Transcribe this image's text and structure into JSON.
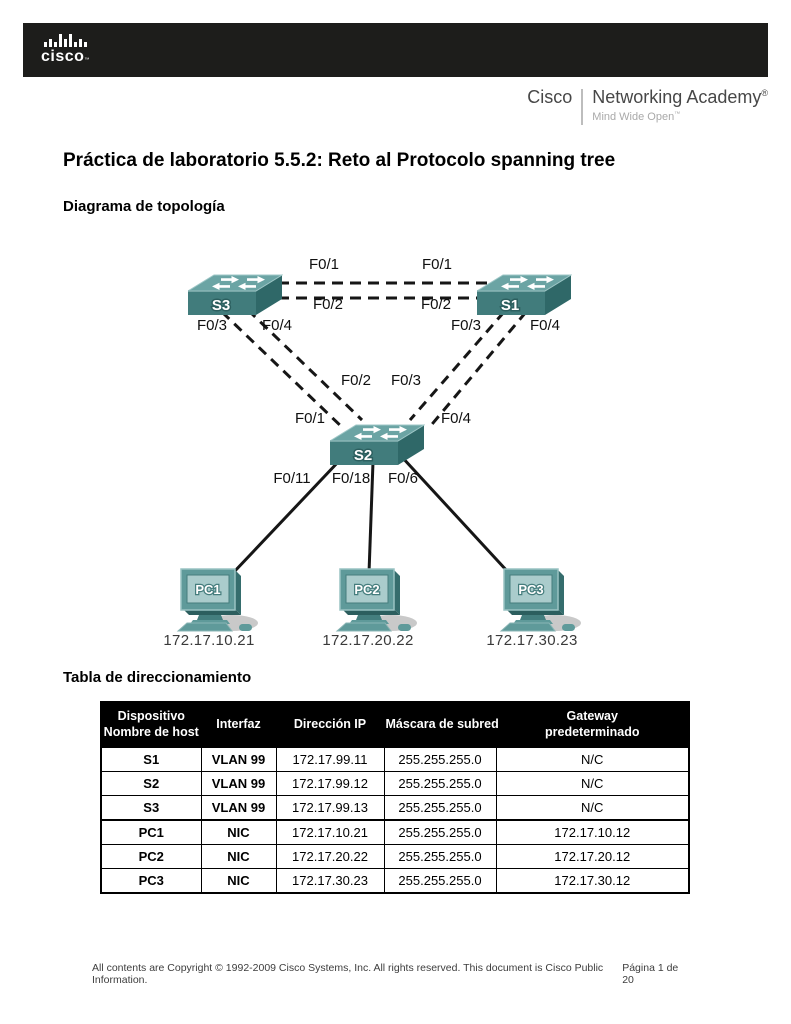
{
  "header": {
    "logo_word": "cisco",
    "logo_tm": "™",
    "academy_cisco": "Cisco",
    "academy_name": "Networking Academy",
    "academy_reg": "®",
    "tagline": "Mind Wide Open",
    "tagline_tm": "™"
  },
  "title": "Práctica de laboratorio 5.5.2: Reto al Protocolo spanning tree",
  "sections": {
    "topology_heading": "Diagrama de topología",
    "table_heading": "Tabla de direccionamiento"
  },
  "topology": {
    "devices": {
      "s3": {
        "label": "S3"
      },
      "s1": {
        "label": "S1"
      },
      "s2": {
        "label": "S2"
      },
      "pc1": {
        "label": "PC1",
        "ip": "172.17.10.21"
      },
      "pc2": {
        "label": "PC2",
        "ip": "172.17.20.22"
      },
      "pc3": {
        "label": "PC3",
        "ip": "172.17.30.23"
      }
    },
    "port_labels": [
      "F0/1",
      "F0/1",
      "F0/2",
      "F0/2",
      "F0/3",
      "F0/4",
      "F0/3",
      "F0/4",
      "F0/2",
      "F0/3",
      "F0/1",
      "F0/4",
      "F0/11",
      "F0/18",
      "F0/6"
    ]
  },
  "table": {
    "headers": [
      [
        "Dispositivo",
        "Nombre de host"
      ],
      [
        "Interfaz"
      ],
      [
        "Dirección IP"
      ],
      [
        "Máscara de subred"
      ],
      [
        "Gateway",
        "predeterminado"
      ]
    ],
    "rows": [
      [
        "S1",
        "VLAN 99",
        "172.17.99.11",
        "255.255.255.0",
        "N/C"
      ],
      [
        "S2",
        "VLAN 99",
        "172.17.99.12",
        "255.255.255.0",
        "N/C"
      ],
      [
        "S3",
        "VLAN 99",
        "172.17.99.13",
        "255.255.255.0",
        "N/C"
      ],
      [
        "PC1",
        "NIC",
        "172.17.10.21",
        "255.255.255.0",
        "172.17.10.12"
      ],
      [
        "PC2",
        "NIC",
        "172.17.20.22",
        "255.255.255.0",
        "172.17.20.12"
      ],
      [
        "PC3",
        "NIC",
        "172.17.30.23",
        "255.255.255.0",
        "172.17.30.12"
      ]
    ]
  },
  "footer": {
    "copyright": "All contents are Copyright © 1992-2009 Cisco Systems, Inc. All rights reserved. This document is Cisco Public Information.",
    "page": "Página 1 de 20"
  }
}
